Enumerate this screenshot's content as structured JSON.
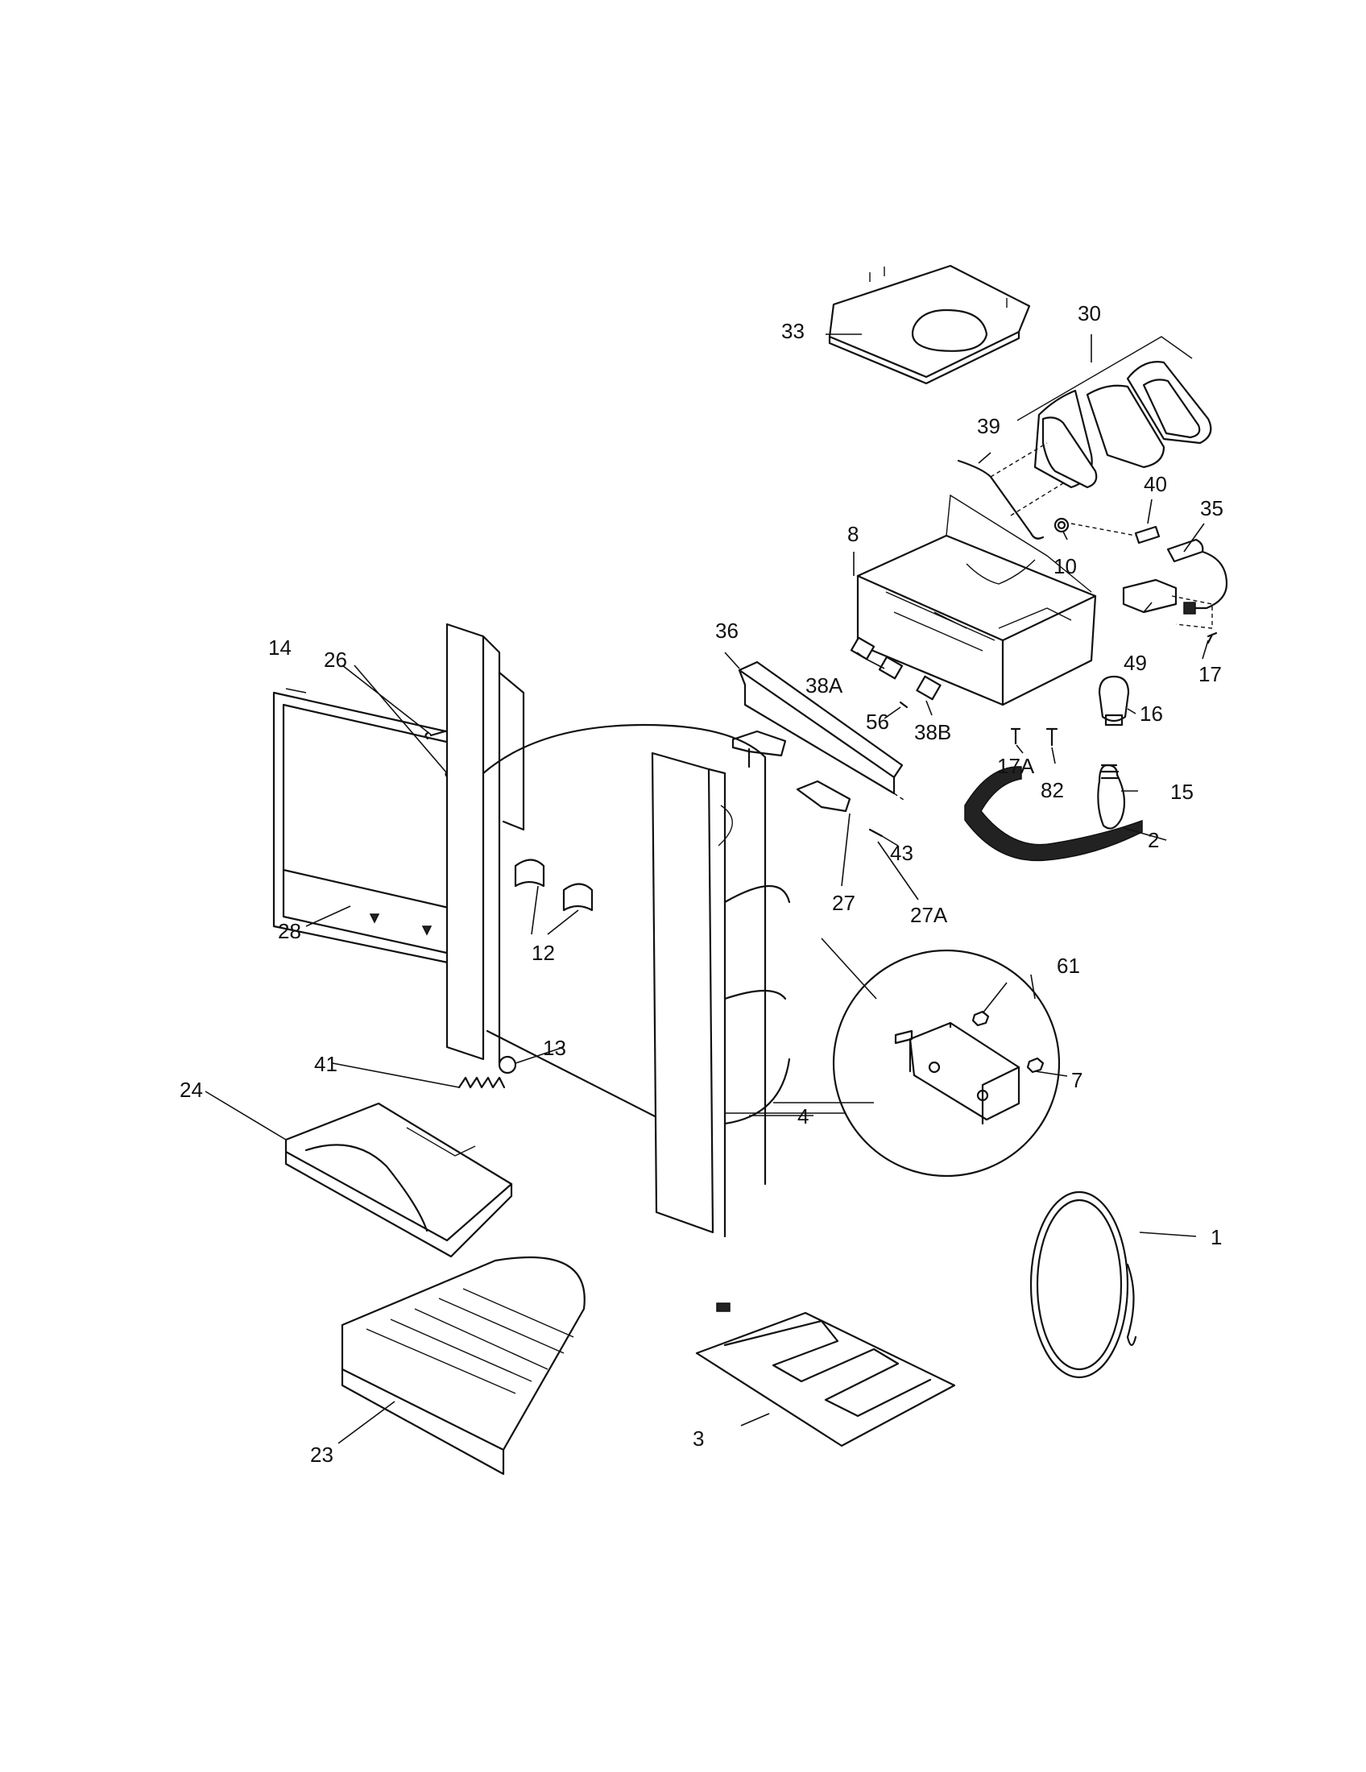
{
  "callouts": {
    "c1": "1",
    "c2": "2",
    "c3": "3",
    "c4": "4",
    "c7": "7",
    "c8": "8",
    "c10": "10",
    "c12": "12",
    "c13": "13",
    "c14": "14",
    "c15": "15",
    "c16": "16",
    "c17": "17",
    "c17a": "17A",
    "c23": "23",
    "c24": "24",
    "c26": "26",
    "c27": "27",
    "c27a": "27A",
    "c28": "28",
    "c30": "30",
    "c33": "33",
    "c35": "35",
    "c36": "36",
    "c38a": "38A",
    "c38b": "38B",
    "c39": "39",
    "c40": "40",
    "c41": "41",
    "c43": "43",
    "c49": "49",
    "c56": "56",
    "c61": "61",
    "c82": "82"
  }
}
